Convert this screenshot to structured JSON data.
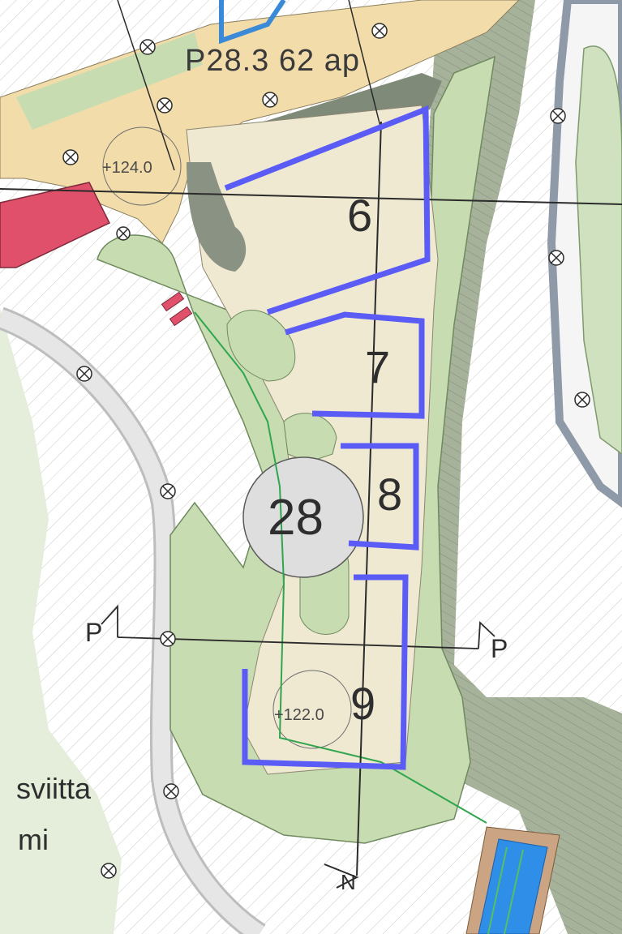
{
  "map": {
    "parking_label": "P28.3 62 ap",
    "elevation_north": "+124.0",
    "elevation_south": "+122.0",
    "block_number": "28",
    "lots": [
      {
        "id": "lot-6",
        "number": "6"
      },
      {
        "id": "lot-7",
        "number": "7"
      },
      {
        "id": "lot-8",
        "number": "8"
      },
      {
        "id": "lot-9",
        "number": "9"
      }
    ],
    "section_marker_left": "P",
    "section_marker_right": "P",
    "north_marker": "N",
    "side_text_1": "sviitta",
    "side_text_2": "mi",
    "colors": {
      "lot_outline": "#5b5bf5",
      "green_area": "#c7dcb0",
      "buildable": "#efe9d2",
      "road": "#f2dcaa",
      "slope_dark": "#a7b29b",
      "water": "#2f8fe8",
      "red_building": "#e0506a"
    }
  }
}
